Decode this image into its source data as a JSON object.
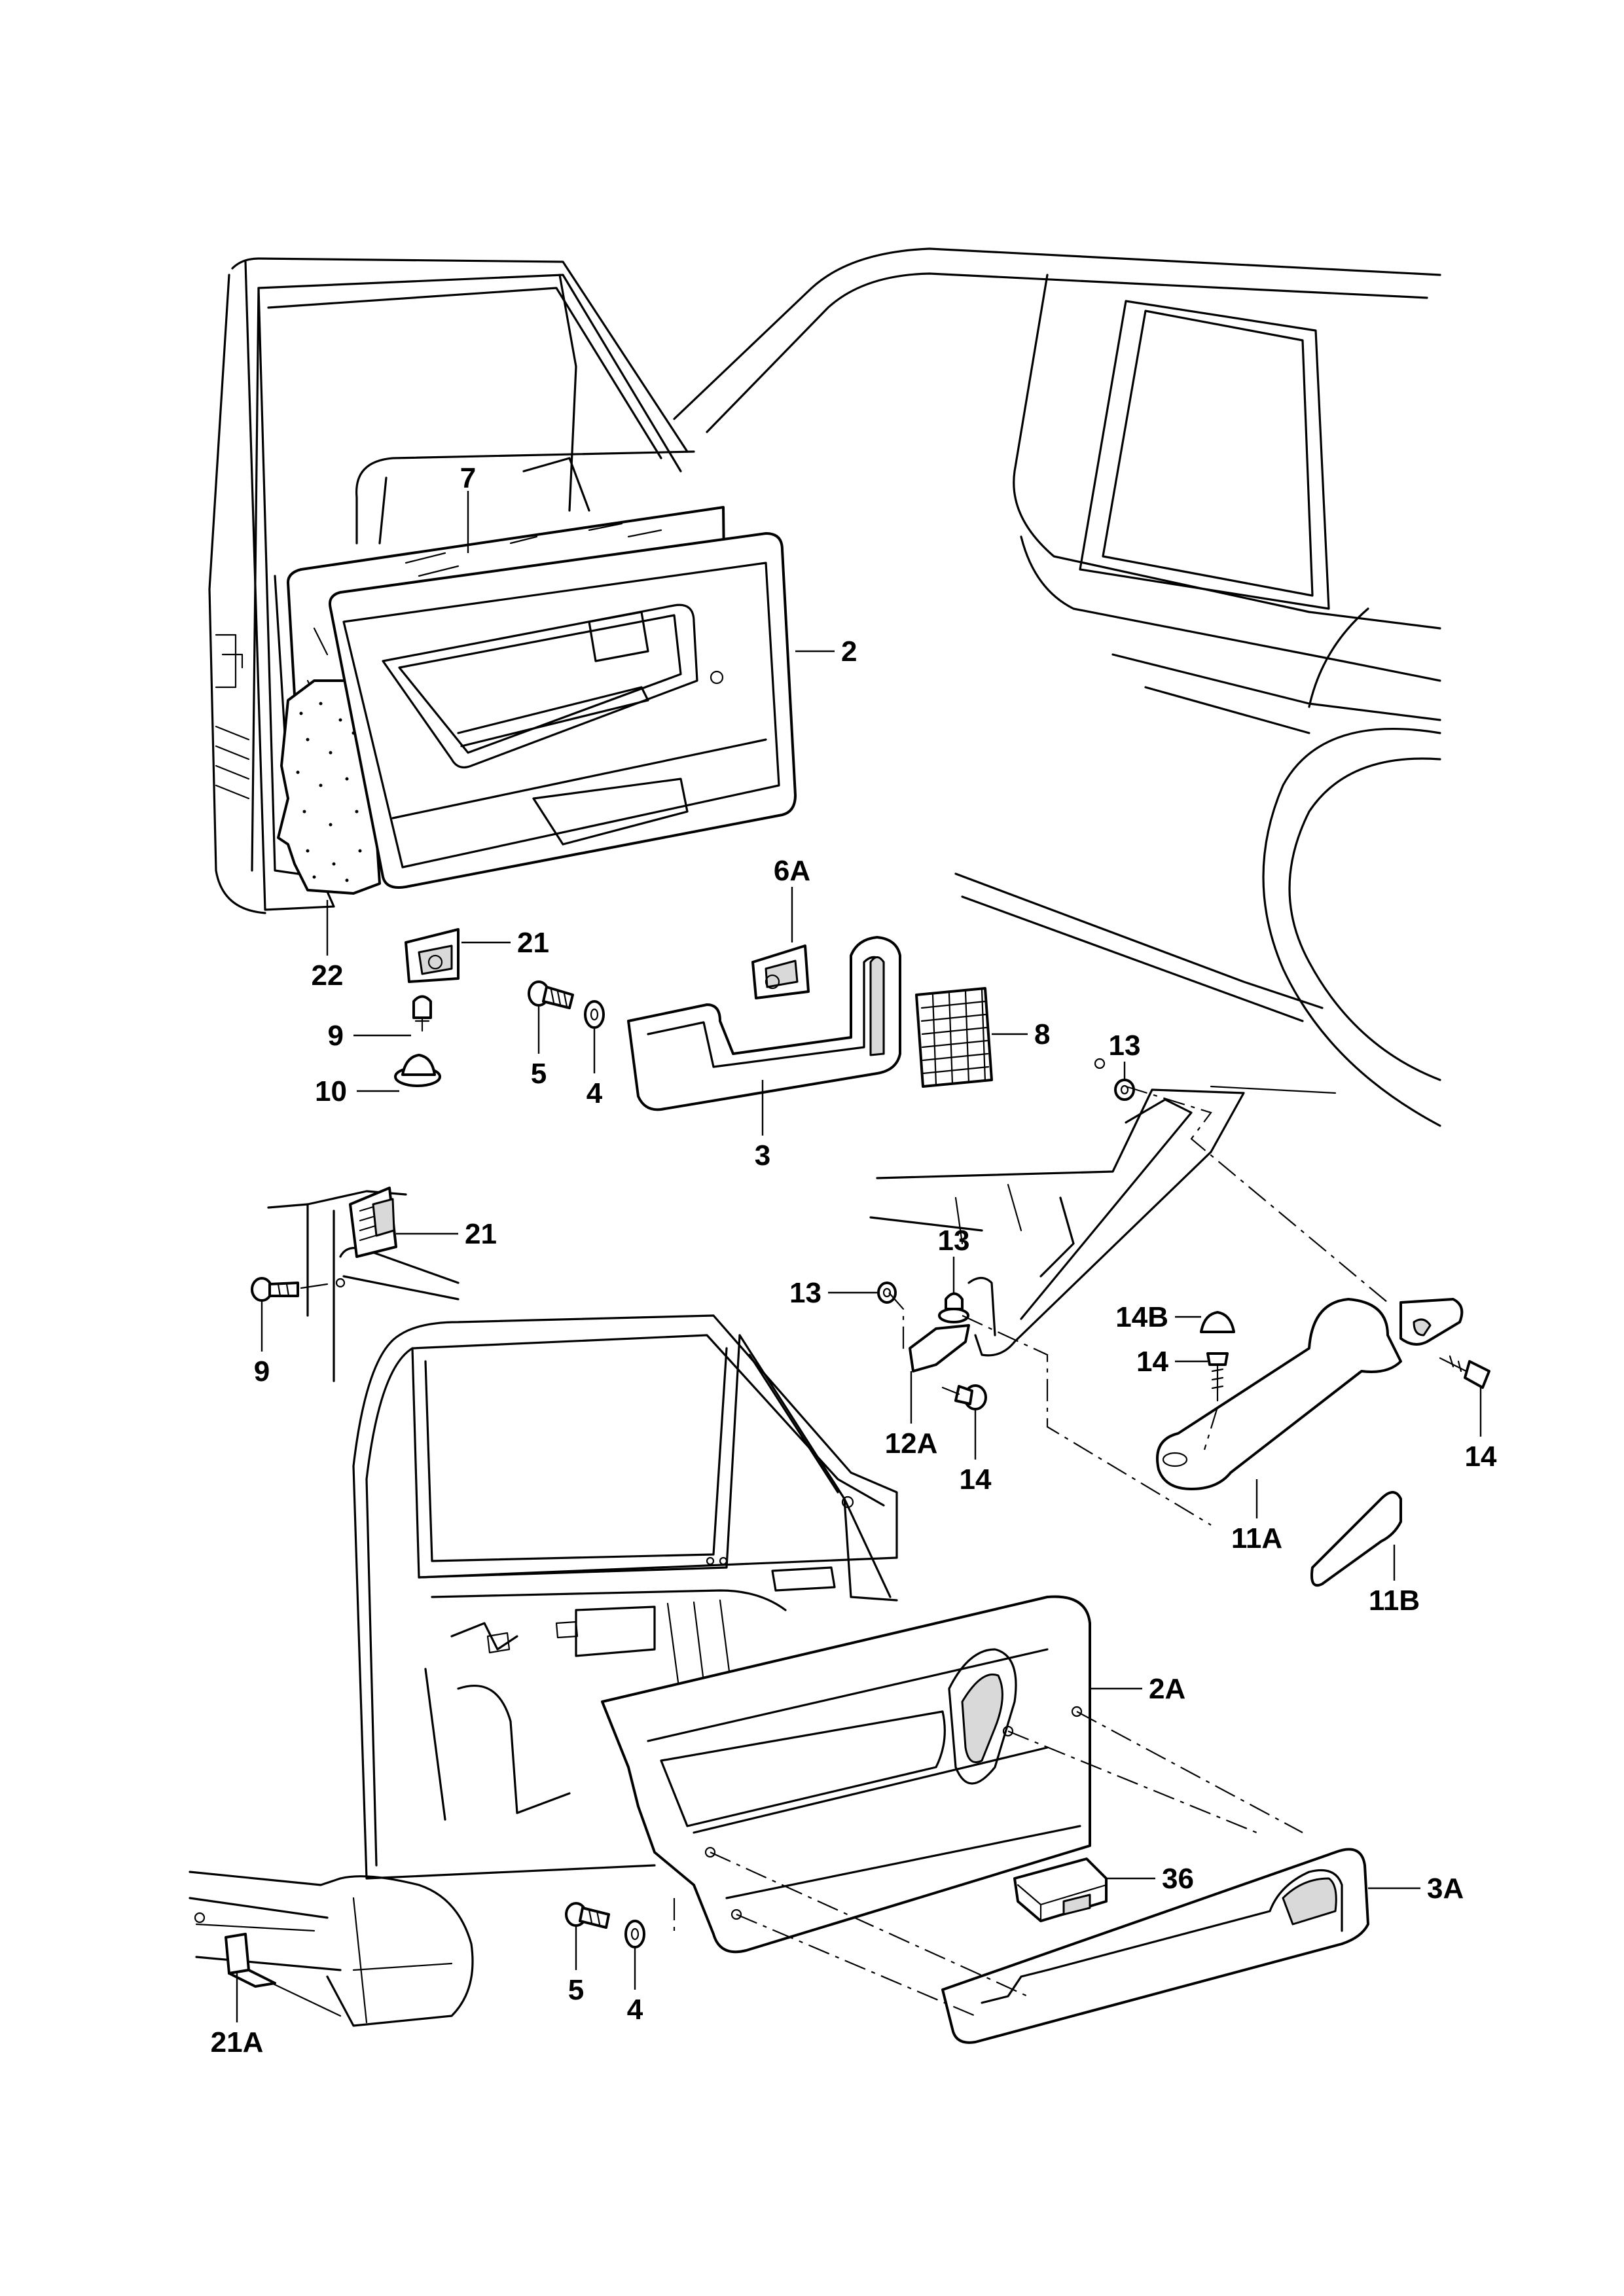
{
  "labels": {
    "p7": "7",
    "p2": "2",
    "p22": "22",
    "p21a": "21",
    "p6a": "6A",
    "p9a": "9",
    "p10": "10",
    "p5a": "5",
    "p4a": "4",
    "p3": "3",
    "p8": "8",
    "p13a": "13",
    "p21b": "21",
    "p9b": "9",
    "p13b": "13",
    "p13c": "13",
    "p12a": "12A",
    "p14a": "14",
    "p14b_label": "14B",
    "p14b": "14",
    "p14c": "14",
    "p11a": "11A",
    "p11b": "11B",
    "p2a": "2A",
    "p36": "36",
    "p3a": "3A",
    "p5b": "5",
    "p4b": "4",
    "p21a_rear": "21A"
  }
}
